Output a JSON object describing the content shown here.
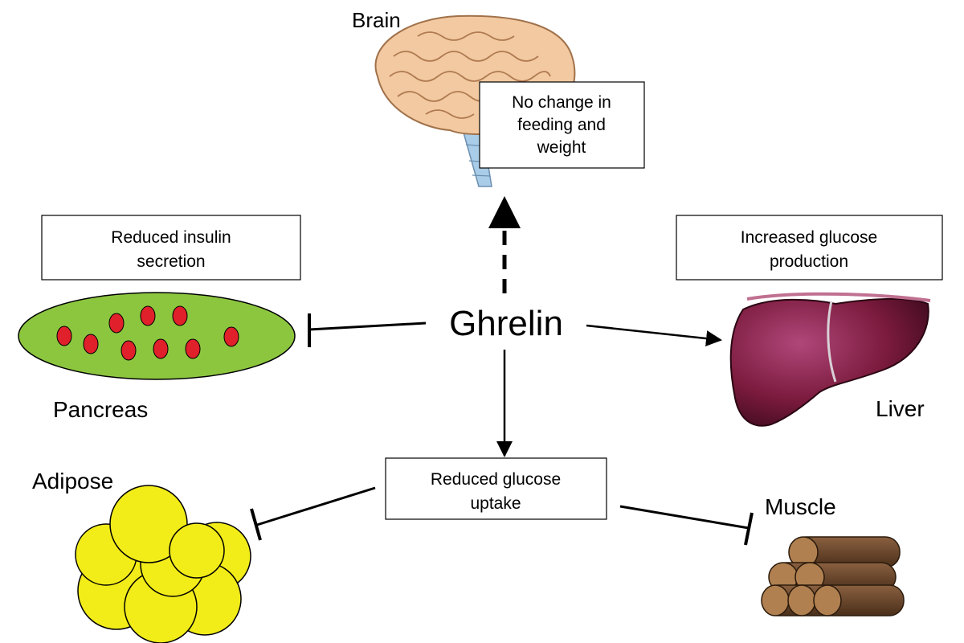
{
  "center": {
    "label": "Ghrelin"
  },
  "organs": {
    "brain": {
      "label": "Brain",
      "effect": [
        "No change in",
        "feeding and",
        "weight"
      ]
    },
    "pancreas": {
      "label": "Pancreas",
      "effect": [
        "Reduced insulin",
        "secretion"
      ]
    },
    "liver": {
      "label": "Liver",
      "effect": [
        "Increased glucose",
        "production"
      ]
    },
    "adipose": {
      "label": "Adipose"
    },
    "muscle": {
      "label": "Muscle"
    }
  },
  "uptake": {
    "effect": [
      "Reduced glucose",
      "uptake"
    ]
  },
  "colors": {
    "pancreas_fill": "#8cc63f",
    "pancreas_islets": "#e0202a",
    "liver": "#7a1a3c",
    "adipose": "#f2ec19",
    "muscle": "#6b4a2c",
    "brain": "#f2c9a0",
    "brainstem": "#a9cde8"
  }
}
